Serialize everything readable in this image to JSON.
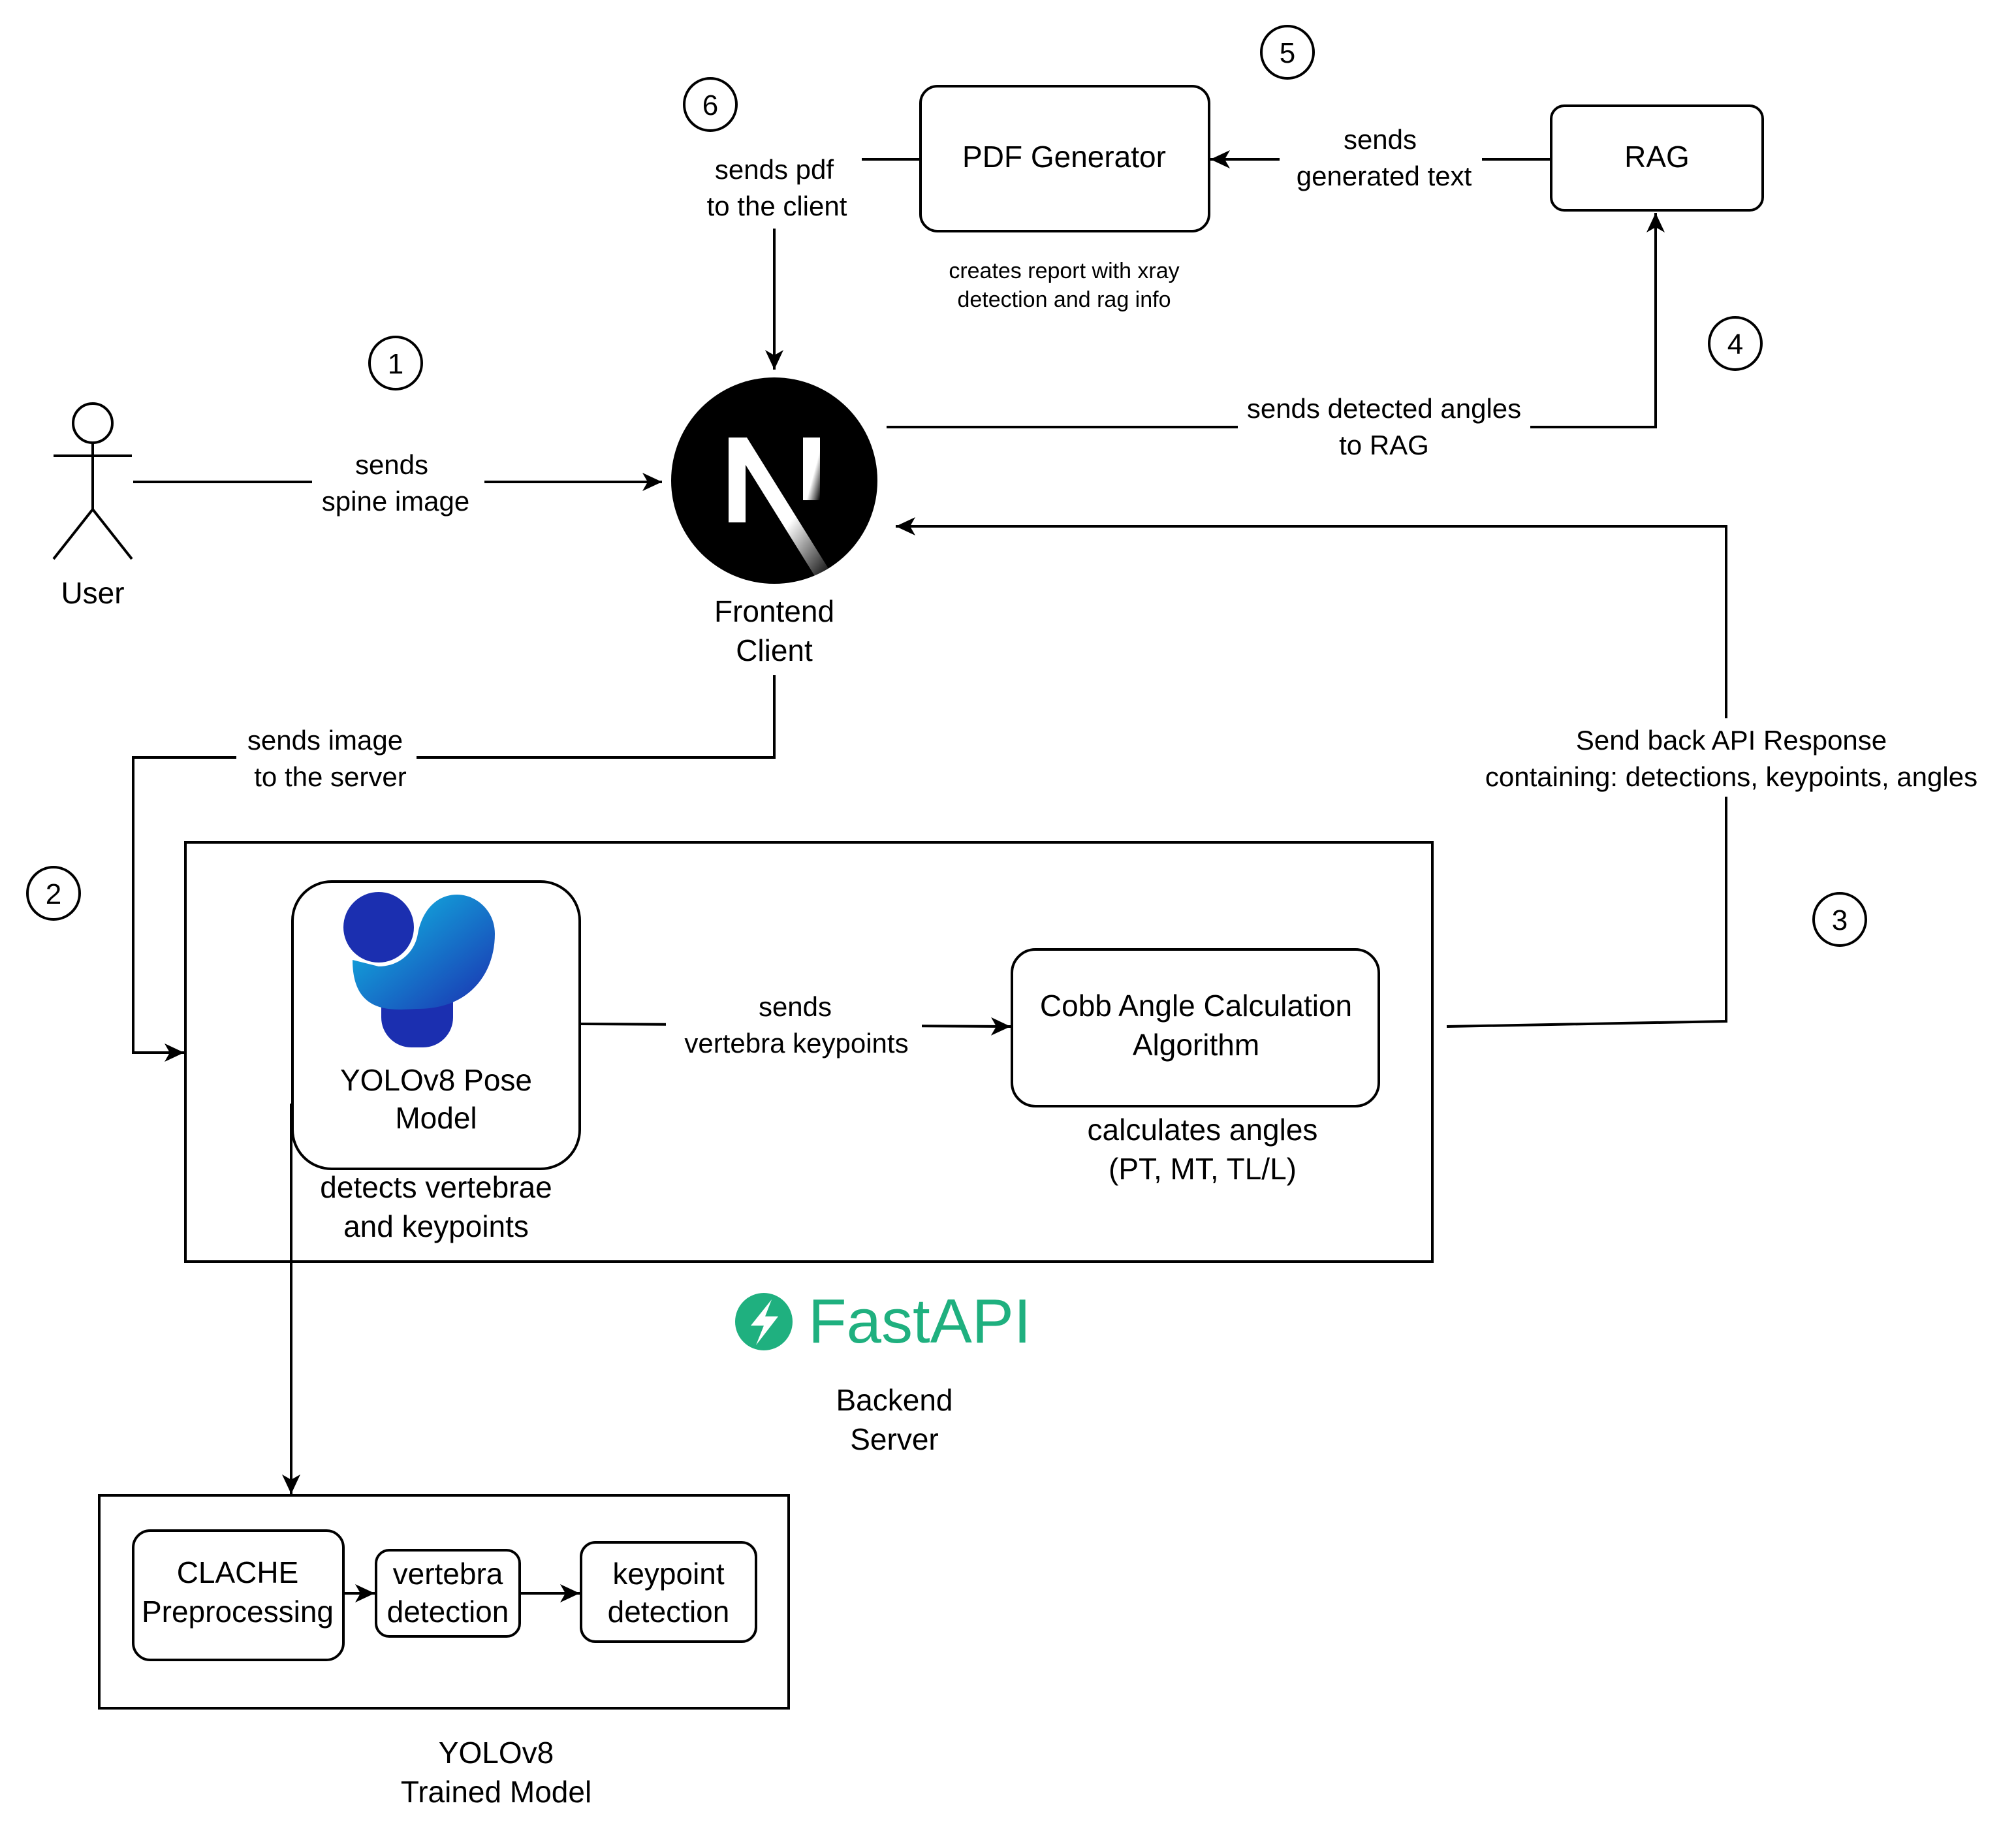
{
  "colors": {
    "stroke": "#000000",
    "background": "#ffffff",
    "fastapi_green": "#1fb07f",
    "yolo_blue_dark": "#1b2fb0",
    "yolo_cyan": "#10c4e6",
    "next_black": "#000000"
  },
  "user": {
    "label": "User",
    "icon": "person-icon"
  },
  "frontend": {
    "label_line1": "Frontend",
    "label_line2": "Client",
    "icon": "nextjs-logo"
  },
  "pdf_generator": {
    "label": "PDF Generator",
    "note_line1": "creates report with xray",
    "note_line2": "detection and rag info"
  },
  "rag": {
    "label": "RAG"
  },
  "backend": {
    "brand": "FastAPI",
    "label_line1": "Backend",
    "label_line2": "Server",
    "yolo_model": {
      "label_line1": "YOLOv8 Pose",
      "label_line2": "Model",
      "note_line1": "detects vertebrae",
      "note_line2": "and keypoints",
      "icon": "yolo-logo"
    },
    "cobb": {
      "label_line1": "Cobb Angle Calculation",
      "label_line2": "Algorithm",
      "note_line1": "calculates angles",
      "note_line2": "(PT, MT, TL/L)"
    }
  },
  "trained_model": {
    "label_line1": "YOLOv8",
    "label_line2": "Trained Model",
    "steps": [
      {
        "line1": "CLACHE",
        "line2": "Preprocessing"
      },
      {
        "line1": "vertebra",
        "line2": "detection"
      },
      {
        "line1": "keypoint",
        "line2": "detection"
      }
    ]
  },
  "edges": {
    "user_to_frontend": {
      "line1": "sends",
      "line2": "spine image"
    },
    "frontend_to_server": {
      "line1": "sends image",
      "line2": "to the server"
    },
    "yolo_to_cobb": {
      "line1": "sends",
      "line2": "vertebra keypoints"
    },
    "server_to_frontend": {
      "line1": "Send back API Response",
      "line2": "containing: detections, keypoints, angles"
    },
    "frontend_to_rag": {
      "line1": "sends detected angles",
      "line2": "to RAG"
    },
    "rag_to_pdf": {
      "line1": "sends",
      "line2": "generated text"
    },
    "pdf_to_frontend": {
      "line1": "sends pdf",
      "line2": "to the client"
    }
  },
  "steps": [
    "1",
    "2",
    "3",
    "4",
    "5",
    "6"
  ]
}
